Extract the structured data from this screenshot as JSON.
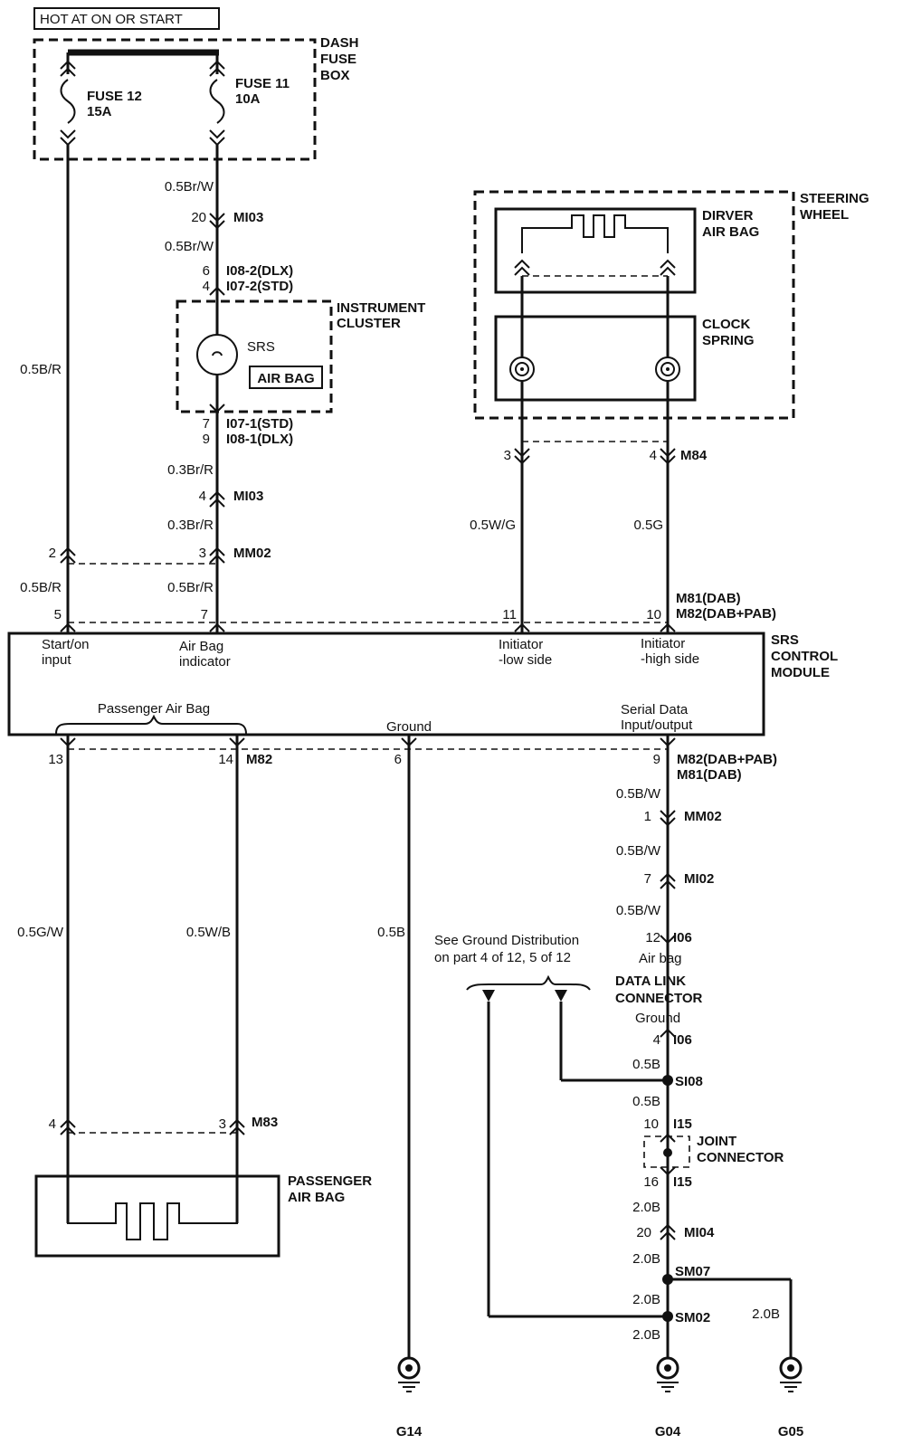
{
  "header": {
    "hot_label": "HOT AT ON OR START"
  },
  "fuse_box": {
    "title": [
      "DASH",
      "FUSE",
      "BOX"
    ],
    "fuse12": [
      "FUSE 12",
      "15A"
    ],
    "fuse11": [
      "FUSE 11",
      "10A"
    ]
  },
  "wires": {
    "w05BW_a": "0.5Br/W",
    "w05BW_b": "0.5Br/W",
    "w05BR_a": "0.5B/R",
    "w05BR_b": "0.5B/R",
    "w03BR_a": "0.3Br/R",
    "w03BR_b": "0.3Br/R",
    "w05BrR": "0.5Br/R",
    "w05WG": "0.5W/G",
    "w05G": "0.5G",
    "w05GW": "0.5G/W",
    "w05WB": "0.5W/B",
    "w05B": "0.5B",
    "w05BW_1": "0.5B/W",
    "w05BW_2": "0.5B/W",
    "w05BW_3": "0.5B/W",
    "w05B_1": "0.5B",
    "w05B_2": "0.5B",
    "w20B_1": "2.0B",
    "w20B_2": "2.0B",
    "w20B_3": "2.0B",
    "w20B_4": "2.0B",
    "w20B_5": "2.0B"
  },
  "connectors": {
    "mi03_pin": "20",
    "mi03": "MI03",
    "i08_2_pin": "6",
    "i08_2": "I08-2(DLX)",
    "i07_2_pin": "4",
    "i07_2": "I07-2(STD)",
    "i07_1_pin": "7",
    "i07_1": "I07-1(STD)",
    "i08_1_pin": "9",
    "i08_1": "I08-1(DLX)",
    "mi03b_pin": "4",
    "mi03b": "MI03",
    "mm02_pin2": "2",
    "mm02_pin3": "3",
    "mm02": "MM02",
    "m84_pin3": "3",
    "m84_pin4": "4",
    "m84": "M84",
    "srs_pin5": "5",
    "srs_pin7": "7",
    "srs_pin11": "11",
    "srs_pin10": "10",
    "m81_top": "M81(DAB)",
    "m82_top": "M82(DAB+PAB)",
    "srs_pin13": "13",
    "srs_pin14": "14",
    "m82_left": "M82",
    "srs_pin6": "6",
    "srs_pin9": "9",
    "m82_right": "M82(DAB+PAB)",
    "m81_right": "M81(DAB)",
    "mm02b_pin": "1",
    "mm02b": "MM02",
    "mi02_pin": "7",
    "mi02": "MI02",
    "i06_pin12": "12",
    "i06_a": "I06",
    "i06_pin4": "4",
    "i06_b": "I06",
    "si08": "SI08",
    "i15_pin10": "10",
    "i15_a": "I15",
    "i15_pin16": "16",
    "i15_b": "I15",
    "mi04_pin": "20",
    "mi04": "MI04",
    "sm07": "SM07",
    "sm02": "SM02",
    "m83_pin4": "4",
    "m83_pin3": "3",
    "m83": "M83"
  },
  "instrument_cluster": {
    "title": [
      "INSTRUMENT",
      "CLUSTER"
    ],
    "srs": "SRS",
    "airbag": "AIR BAG"
  },
  "steering_wheel": {
    "title": [
      "STEERING",
      "WHEEL"
    ],
    "driver_airbag": [
      "DIRVER",
      "AIR BAG"
    ],
    "clock_spring": [
      "CLOCK",
      "SPRING"
    ]
  },
  "srs_module": {
    "title": [
      "SRS",
      "CONTROL",
      "MODULE"
    ],
    "start_on": [
      "Start/on",
      "input"
    ],
    "airbag_ind": [
      "Air Bag",
      "indicator"
    ],
    "init_low": [
      "Initiator",
      "-low side"
    ],
    "init_high": [
      "Initiator",
      "-high side"
    ],
    "passenger": "Passenger Air Bag",
    "ground": "Ground",
    "serial": [
      "Serial Data",
      "Input/output"
    ]
  },
  "dlc": {
    "airbag": "Air bag",
    "title": [
      "DATA LINK",
      "CONNECTOR"
    ],
    "ground": "Ground"
  },
  "ground_dist": [
    "See Ground Distribution",
    "on part 4 of 12, 5 of 12"
  ],
  "joint": [
    "JOINT",
    "CONNECTOR"
  ],
  "passenger_airbag": [
    "PASSENGER",
    "AIR BAG"
  ],
  "grounds": {
    "g14": "G14",
    "g04": "G04",
    "g05": "G05"
  }
}
